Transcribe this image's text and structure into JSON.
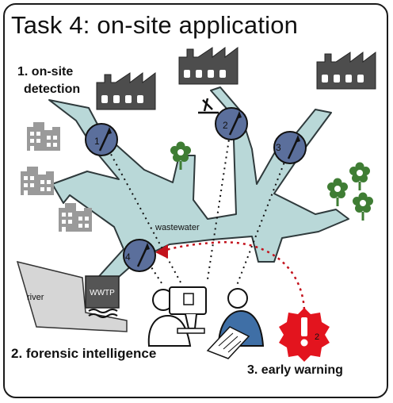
{
  "title": "Task 4: on-site application",
  "labels": {
    "onsite_line1": "1. on-site",
    "onsite_line2": "detection",
    "forensic": "2. forensic intelligence",
    "early_warning": "3. early warning"
  },
  "network": {
    "wastewater": "wastewater",
    "river": "river",
    "plant": "WWTP"
  },
  "sensors": [
    "1",
    "2",
    "3",
    "4"
  ],
  "warning_number": "2",
  "colors": {
    "pipe_fill": "#b9d8d8",
    "pipe_stroke": "#2f3a3c",
    "sensor_fill": "#5b6f9c",
    "factory": "#4d4d4d",
    "building": "#9a9a9a",
    "plant_green": "#3f7d34",
    "warning_red": "#e3141e",
    "person_blue": "#3f6fa6"
  },
  "icons": [
    "factory-icon",
    "building-icon",
    "flower-icon",
    "sensor-icon",
    "person-icon",
    "computer-icon",
    "document-icon",
    "warning-icon"
  ]
}
